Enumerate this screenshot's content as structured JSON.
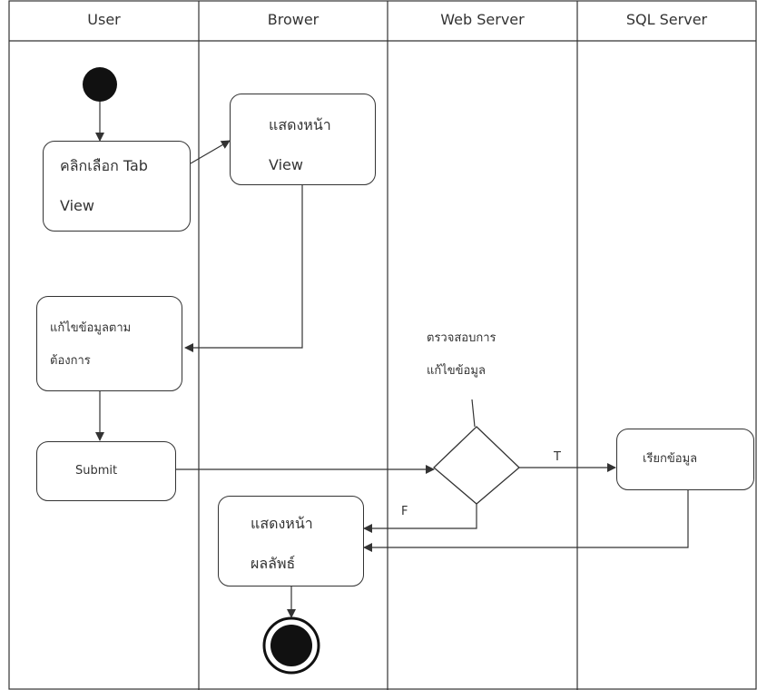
{
  "swimlanes": [
    {
      "title": "User"
    },
    {
      "title": "Brower"
    },
    {
      "title": "Web Server"
    },
    {
      "title": "SQL Server"
    }
  ],
  "nodes": {
    "click_tab": "คลิกเลือก Tab\nView",
    "show_view": "แสดงหน้า\nView",
    "edit_data": "แก้ไขข้อมูลตาม\nต้องการ",
    "submit": "Submit",
    "validate": "ตรวจสอบการ\nแก้ไขข้อมูล",
    "fetch_data": "เรียกข้อมูล",
    "show_result": "แสดงหน้า\nผลลัพธ์"
  },
  "edge_labels": {
    "true_branch": "T",
    "false_branch": "F"
  },
  "colors": {
    "line": "#333333",
    "fill": "#ffffff",
    "node_dark": "#111111"
  }
}
